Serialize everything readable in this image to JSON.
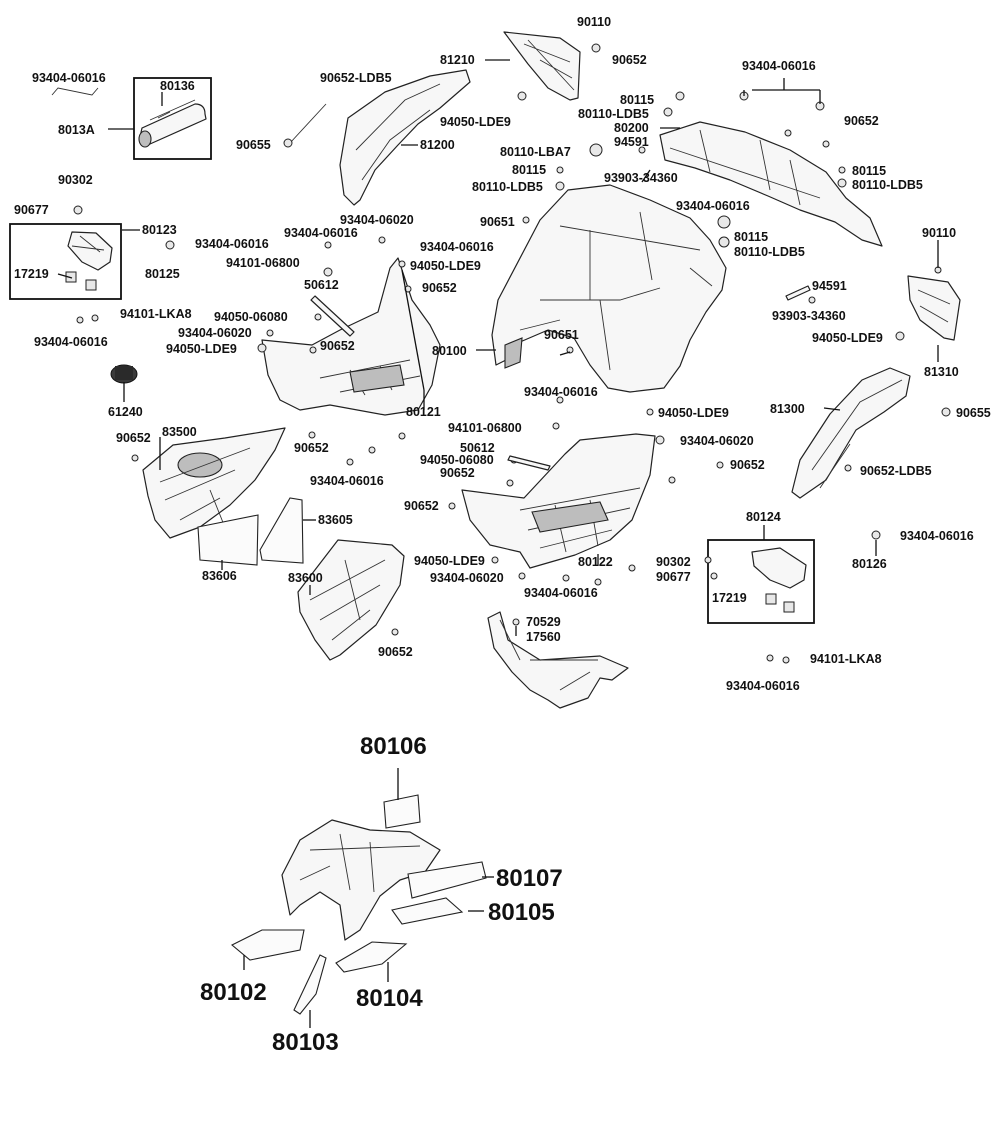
{
  "labels": {
    "l_93404_06016_a": "93404-06016",
    "l_80136": "80136",
    "l_8013A": "8013A",
    "l_90302_a": "90302",
    "l_90677_a": "90677",
    "l_80123": "80123",
    "l_93404_06016_b": "93404-06016",
    "l_80125": "80125",
    "l_17219_a": "17219",
    "l_94101_LKA8_a": "94101-LKA8",
    "l_93404_06016_c": "93404-06016",
    "l_61240": "61240",
    "l_90652_a": "90652",
    "l_83500": "83500",
    "l_83605": "83605",
    "l_83606": "83606",
    "l_83600": "83600",
    "l_90652_b": "90652",
    "l_90652_LDB5_a": "90652-LDB5",
    "l_90655_a": "90655",
    "l_81200": "81200",
    "l_81210": "81210",
    "l_90110_a": "90110",
    "l_94050_LDE9_a": "94050-LDE9",
    "l_93404_06020_a": "93404-06020",
    "l_93404_06016_d": "93404-06016",
    "l_94101_06800_a": "94101-06800",
    "l_94050_LDE9_b": "94050-LDE9",
    "l_50612_a": "50612",
    "l_90652_c": "90652",
    "l_94050_06080_a": "94050-06080",
    "l_93404_06020_b": "93404-06020",
    "l_90652_d": "90652",
    "l_94050_LDE9_c": "94050-LDE9",
    "l_80121": "80121",
    "l_90652_e": "90652",
    "l_93404_06016_e": "93404-06016",
    "l_90652_f": "90652",
    "l_93404_06016_f": "93404-06016",
    "l_80115_a": "80115",
    "l_80110_LDB5_a": "80110-LDB5",
    "l_80200": "80200",
    "l_94591_a": "94591",
    "l_80110_LBA7": "80110-LBA7",
    "l_80115_b": "80115",
    "l_80110_LDB5_b": "80110-LDB5",
    "l_93903_34360_a": "93903-34360",
    "l_93404_06016_g": "93404-06016",
    "l_90652_g": "90652",
    "l_80115_c": "80115",
    "l_80110_LDB5_c": "80110-LDB5",
    "l_90651_a": "90651",
    "l_93404_06016_h": "93404-06016",
    "l_80115_d": "80115",
    "l_80110_LDB5_d": "80110-LDB5",
    "l_90110_b": "90110",
    "l_94591_b": "94591",
    "l_93903_34360_b": "93903-34360",
    "l_94050_LDE9_d": "94050-LDE9",
    "l_81310": "81310",
    "l_80100": "80100",
    "l_90651_b": "90651",
    "l_93404_06016_i": "93404-06016",
    "l_94050_LDE9_e": "94050-LDE9",
    "l_94101_06800_b": "94101-06800",
    "l_93404_06020_c": "93404-06020",
    "l_50612_b": "50612",
    "l_94050_06080_b": "94050-06080",
    "l_90652_h": "90652",
    "l_90652_i": "90652",
    "l_90652_j": "90652",
    "l_81300": "81300",
    "l_90655_b": "90655",
    "l_90652_LDB5_b": "90652-LDB5",
    "l_80124": "80124",
    "l_93404_06016_j": "93404-06016",
    "l_80126": "80126",
    "l_90302_b": "90302",
    "l_90677_b": "90677",
    "l_17219_b": "17219",
    "l_94050_LDE9_f": "94050-LDE9",
    "l_80122": "80122",
    "l_93404_06020_d": "93404-06020",
    "l_93404_06016_k": "93404-06016",
    "l_70529": "70529",
    "l_17560": "17560",
    "l_94101_LKA8_b": "94101-LKA8",
    "l_93404_06016_l": "93404-06016",
    "l_80106": "80106",
    "l_80107": "80107",
    "l_80105": "80105",
    "l_80102": "80102",
    "l_80104": "80104",
    "l_80103": "80103"
  }
}
